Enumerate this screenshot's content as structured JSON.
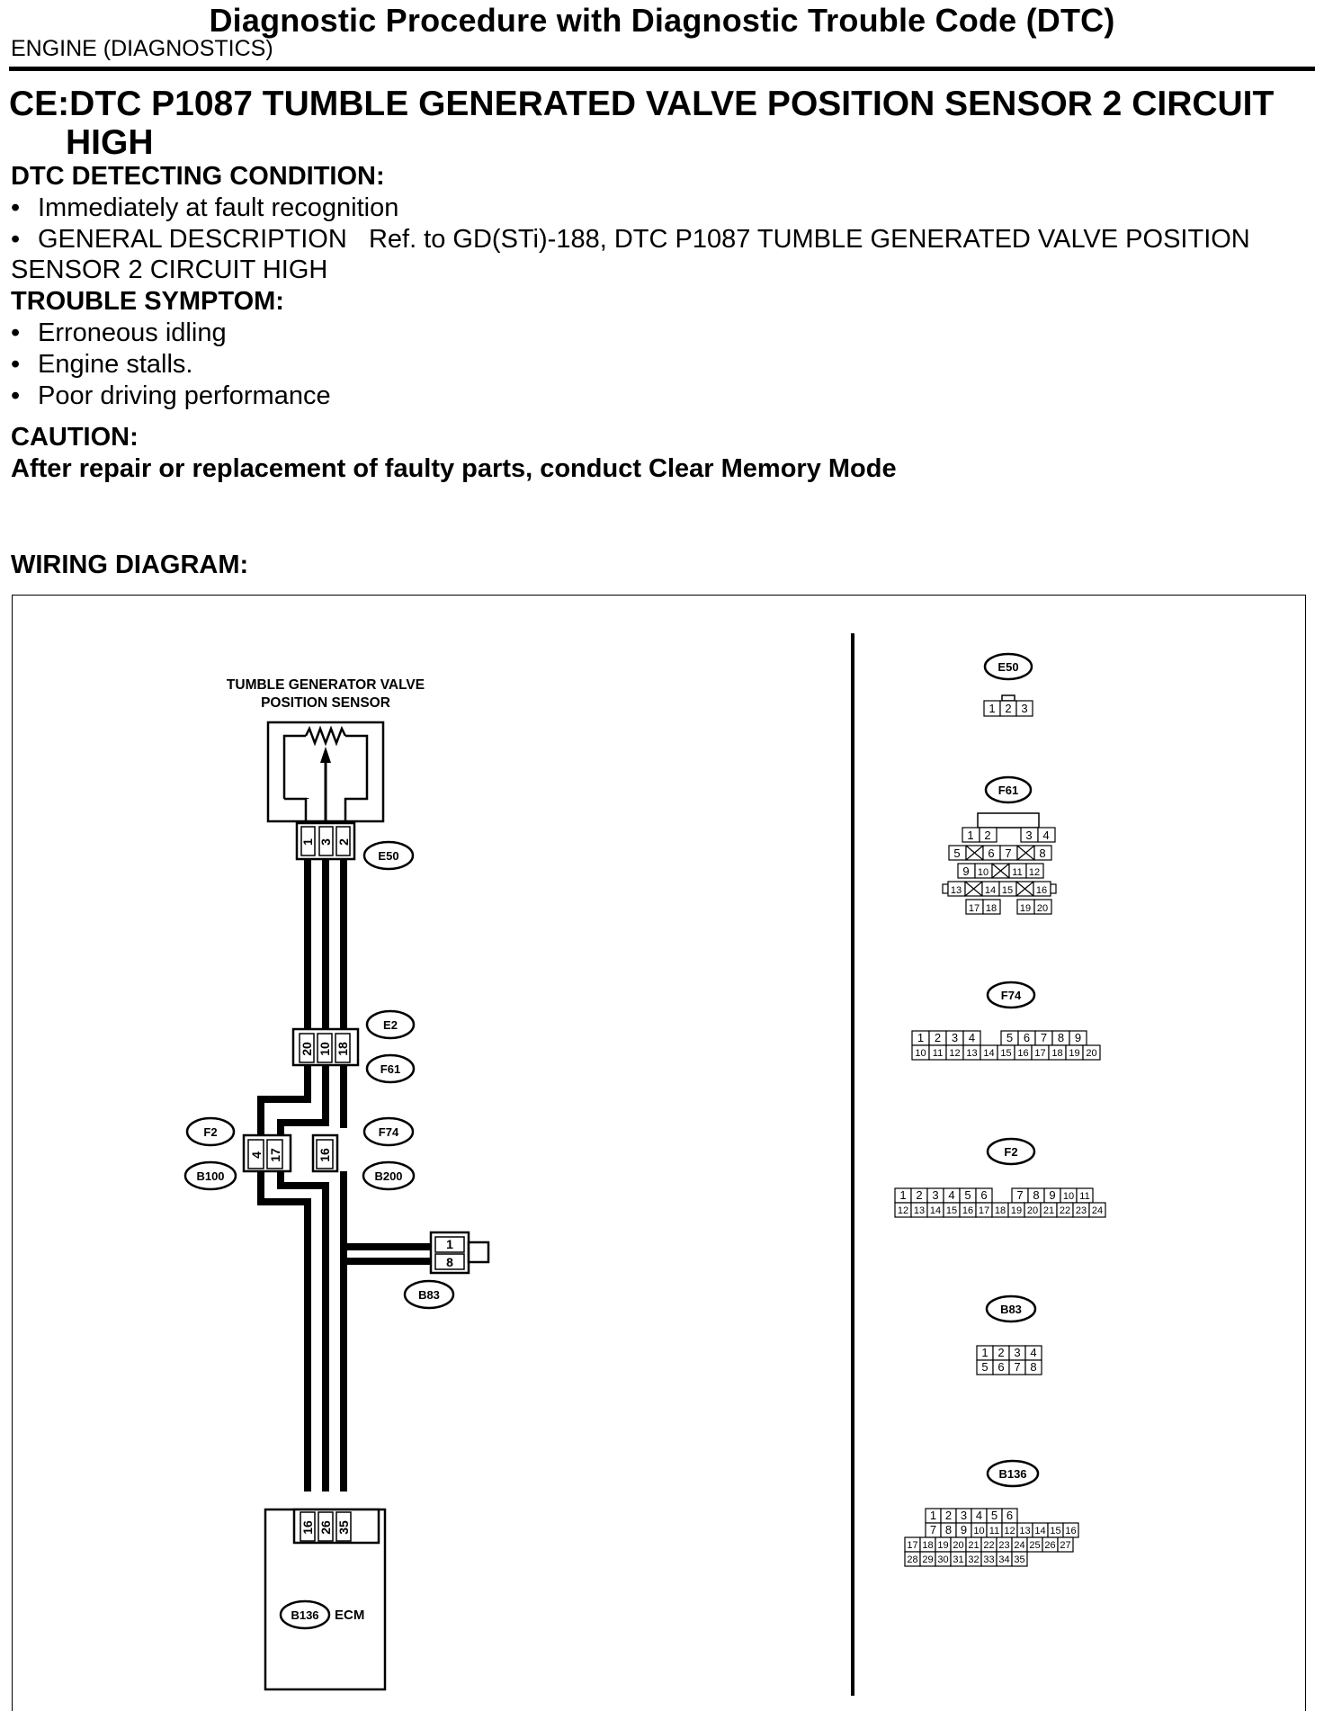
{
  "header": {
    "title": "Diagnostic Procedure with Diagnostic Trouble Code (DTC)",
    "section": "ENGINE (DIAGNOSTICS)"
  },
  "dtc": {
    "title_line1": "CE:DTC P1087 TUMBLE GENERATED VALVE POSITION SENSOR 2 CIRCUIT",
    "title_line2": "HIGH"
  },
  "detecting": {
    "heading": "DTC DETECTING CONDITION:",
    "items": [
      "Immediately at fault recognition"
    ],
    "general_line1": "GENERAL DESCRIPTION   Ref. to GD(STi)-188, DTC P1087 TUMBLE GENERATED VALVE POSITION",
    "general_line2": "SENSOR 2 CIRCUIT HIGH"
  },
  "symptom": {
    "heading": "TROUBLE SYMPTOM:",
    "items": [
      "Erroneous idling",
      "Engine stalls.",
      "Poor driving performance"
    ]
  },
  "caution": {
    "heading": "CAUTION:",
    "text": "After repair or replacement of faulty parts, conduct Clear Memory Mode"
  },
  "wiring": {
    "heading": "WIRING DIAGRAM:",
    "sensor_label_1": "TUMBLE GENERATOR VALVE",
    "sensor_label_2": "POSITION SENSOR",
    "ecm_label": "ECM",
    "connectors": {
      "E50": "E50",
      "E2": "E2",
      "F61": "F61",
      "F2": "F2",
      "F74": "F74",
      "B100": "B100",
      "B200": "B200",
      "B83": "B83",
      "B136": "B136"
    },
    "e50_pins": [
      "1",
      "3",
      "2"
    ],
    "mid_pins": [
      "20",
      "10",
      "18"
    ],
    "f2_pins": [
      "4",
      "17"
    ],
    "f74_pins": [
      "16"
    ],
    "b83_pins": [
      "1",
      "8"
    ],
    "ecm_pins": [
      "16",
      "26",
      "35"
    ],
    "layouts": {
      "E50": [
        [
          "1",
          "2",
          "3"
        ]
      ],
      "F74": [
        [
          "1",
          "2",
          "3",
          "4",
          "",
          "5",
          "6",
          "7",
          "8",
          "9"
        ],
        [
          "10",
          "11",
          "12",
          "13",
          "14",
          "15",
          "16",
          "17",
          "18",
          "19",
          "20"
        ]
      ],
      "F2": [
        [
          "1",
          "2",
          "3",
          "4",
          "5",
          "6",
          "",
          "7",
          "8",
          "9",
          "10",
          "11"
        ],
        [
          "12",
          "13",
          "14",
          "15",
          "16",
          "17",
          "18",
          "19",
          "20",
          "21",
          "22",
          "23",
          "24"
        ]
      ],
      "B83": [
        [
          "1",
          "2",
          "3",
          "4"
        ],
        [
          "5",
          "6",
          "7",
          "8"
        ]
      ],
      "B136": [
        [
          "1",
          "2",
          "3",
          "4",
          "5",
          "6"
        ],
        [
          "7",
          "8",
          "9",
          "10",
          "11",
          "12",
          "13",
          "14",
          "15",
          "16"
        ],
        [
          "17",
          "18",
          "19",
          "20",
          "21",
          "22",
          "23",
          "24",
          "25",
          "26",
          "27"
        ],
        [
          "28",
          "29",
          "30",
          "31",
          "32",
          "33",
          "34",
          "35"
        ]
      ]
    }
  }
}
